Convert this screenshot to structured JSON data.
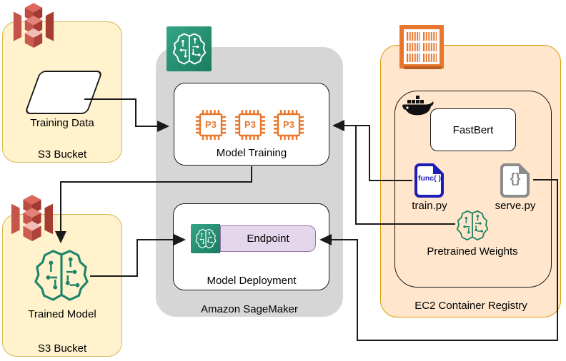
{
  "colors": {
    "s3_fill": "#FFF2CC",
    "s3_border": "#D6B656",
    "ecr_fill": "#FFE6CC",
    "ecr_border": "#D79B00",
    "sagemaker_fill": "#D6D6D6",
    "endpoint_fill": "#E4D7EC",
    "endpoint_border": "#9673A6",
    "aws_orange": "#E8772E",
    "aws_red": "#C8584E",
    "sagemaker_teal": "#27997B",
    "ml_green": "#1E8467",
    "train_blue": "#1D1DB8",
    "serve_gray": "#8C8C8C",
    "line": "#1A1A1A"
  },
  "s3_top": {
    "item_label": "Training Data",
    "label": "S3 Bucket"
  },
  "s3_bottom": {
    "item_label": "Trained Model",
    "label": "S3 Bucket"
  },
  "sagemaker": {
    "label": "Amazon SageMaker",
    "training": {
      "label": "Model Training",
      "chips": [
        "P3",
        "P3",
        "P3"
      ]
    },
    "deployment": {
      "label": "Model Deployment",
      "endpoint_label": "Endpoint"
    }
  },
  "ecr": {
    "label": "EC2 Container Registry",
    "docker_image": {
      "label": "Docker Image",
      "fastbert_label": "FastBert",
      "train_label": "train.py",
      "train_icon_text": "func( )",
      "serve_label": "serve.py",
      "serve_icon_text": "{}",
      "pretrained_label": "Pretrained Weights"
    }
  },
  "edges": [
    {
      "from": "Training Data",
      "to": "Model Training"
    },
    {
      "from": "Model Training",
      "to": "Trained Model"
    },
    {
      "from": "Trained Model",
      "to": "Endpoint"
    },
    {
      "from": "train.py",
      "to": "Model Training"
    },
    {
      "from": "Pretrained Weights",
      "to": "Model Training"
    },
    {
      "from": "serve.py",
      "to": "Endpoint"
    }
  ]
}
